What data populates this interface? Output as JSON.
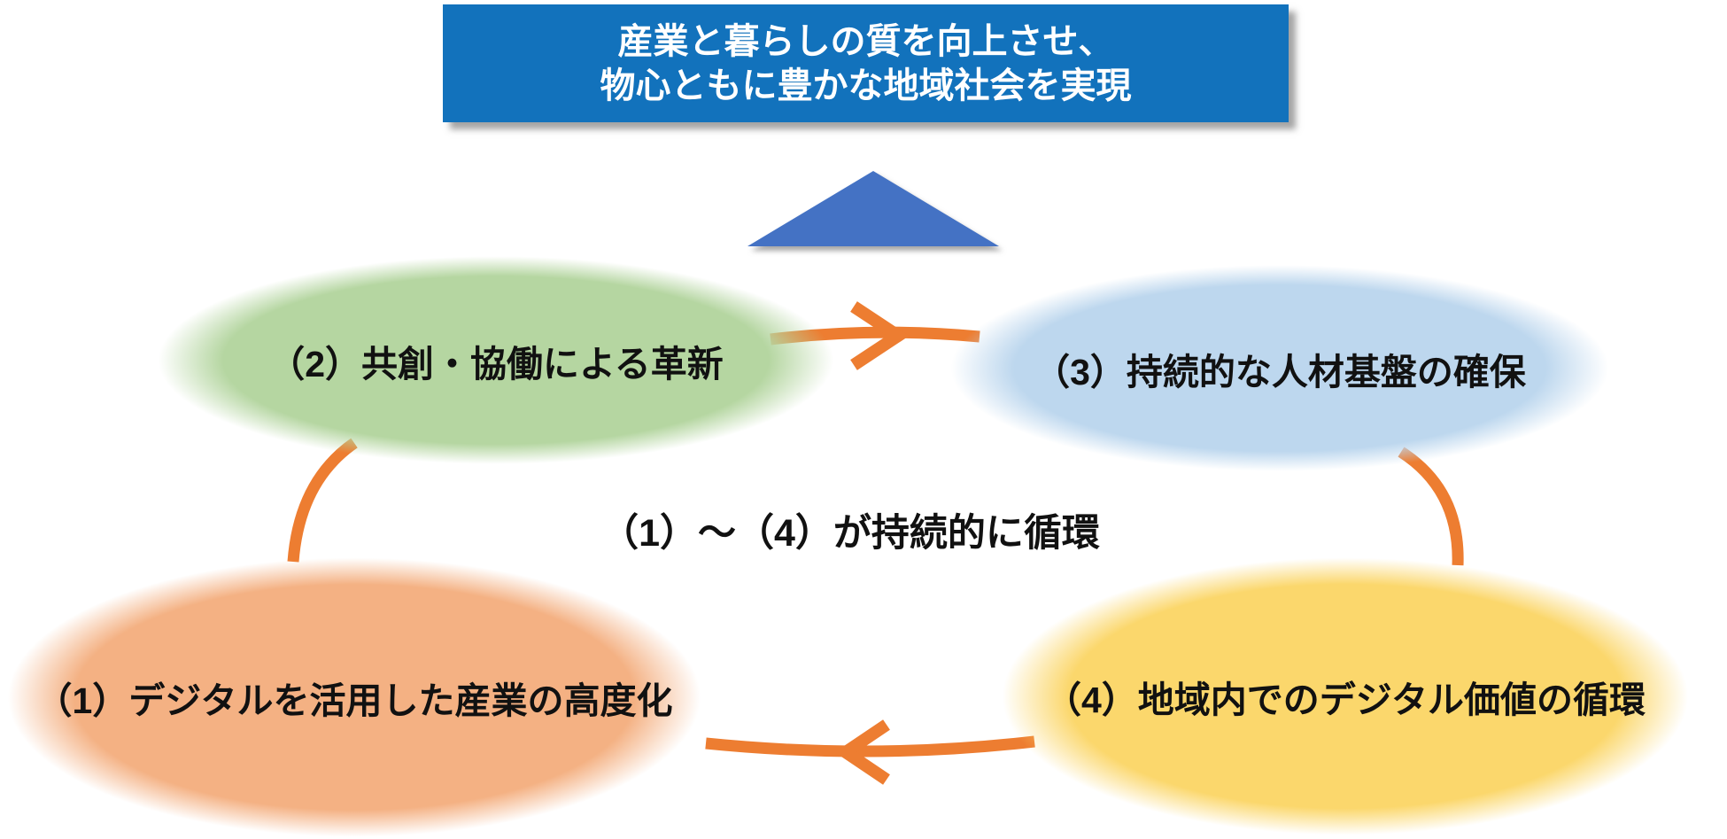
{
  "goal_banner": {
    "line1": "産業と暮らしの質を向上させ、",
    "line2": "物心ともに豊かな地域社会を実現",
    "bg_color": "#1272bc",
    "text_color": "#ffffff"
  },
  "up_triangle": {
    "icon": "up-triangle",
    "color": "#4472c4"
  },
  "center_note": "（1）～（4）が持続的に循環",
  "cycle_items": [
    {
      "id": "1",
      "label": "（1）デジタルを活用した産業の高度化",
      "color": "#f4b183",
      "position": "bottom-left"
    },
    {
      "id": "2",
      "label": "（2）共創・協働による革新",
      "color": "#b5d6a1",
      "position": "top-left"
    },
    {
      "id": "3",
      "label": "（3）持続的な人材基盤の確保",
      "color": "#bdd7ee",
      "position": "top-right"
    },
    {
      "id": "4",
      "label": "（4）地域内でのデジタル価値の循環",
      "color": "#fbd76c",
      "position": "bottom-right"
    }
  ],
  "arrows": {
    "color": "#ed7d31",
    "direction": "clockwise"
  }
}
